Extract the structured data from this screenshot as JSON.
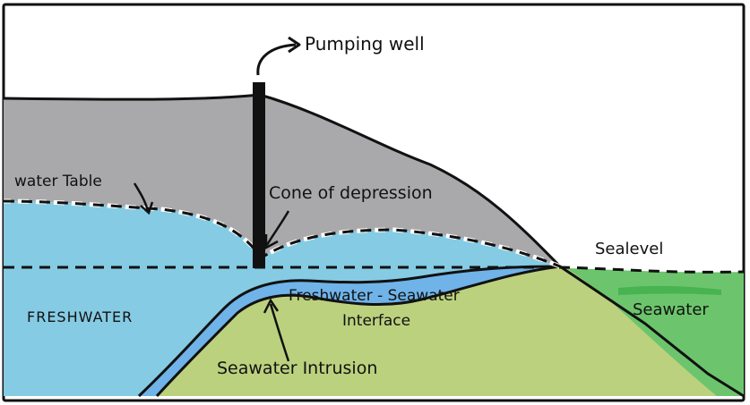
{
  "labels": {
    "pumping_well": "Pumping well",
    "water_table": "water Table",
    "cone_of_depression": "Cone of depression",
    "sea_level": "Sealevel",
    "freshwater": "FRESHWATER",
    "seawater": "Seawater",
    "interface_line1": "Freshwater - Seawater",
    "interface_line2": "Interface",
    "seawater_intrusion": "Seawater Intrusion"
  },
  "colors": {
    "land_gray": "#a9a9ab",
    "freshwater_blue": "#85cbe3",
    "intrusion_blue": "#6fb3e8",
    "seabed_green": "#bcd17e",
    "seawater_green": "#6cc56c",
    "outline": "#111111",
    "water_table_dash": "#ffffff"
  }
}
